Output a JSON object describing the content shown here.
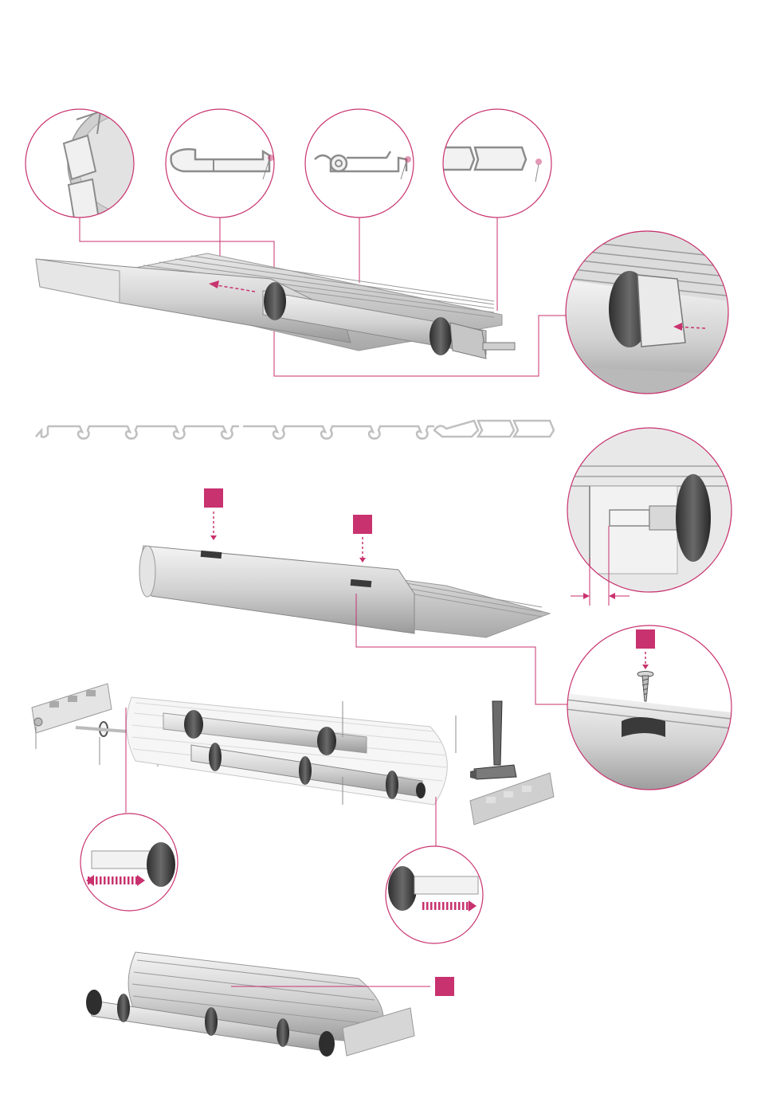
{
  "colors": {
    "accent": "#c8326e",
    "outline": "#8c8c8c",
    "profile": "#b4b4b4",
    "metal": "#d4d4d4",
    "dark": "#3a3a3a"
  },
  "icons": {
    "step_marker": "square-marker-icon",
    "arrow": "dashed-arrow-icon",
    "screw": "screw-icon",
    "hammer": "hammer-icon"
  },
  "steps": [
    {
      "id": "assembly-profile-on-tube"
    },
    {
      "id": "slat-profile-sequence"
    },
    {
      "id": "fix-slats-with-screws"
    },
    {
      "id": "mount-brackets-and-axle"
    },
    {
      "id": "final-assembly"
    }
  ]
}
